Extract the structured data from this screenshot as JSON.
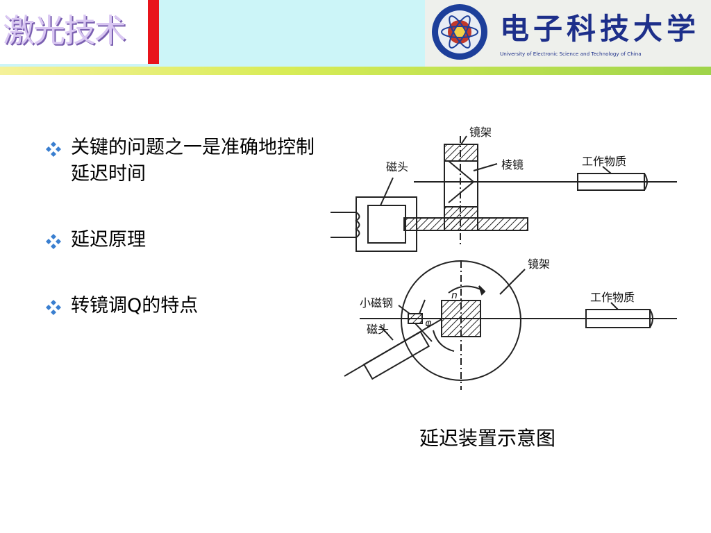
{
  "header": {
    "title": "激光技术",
    "logo_name": "电子科技大学",
    "logo_subtitle": "University of Electronic Science and Technology of China"
  },
  "bullets": [
    {
      "text": "关键的问题之一是准确地控制延迟时间"
    },
    {
      "text": "延迟原理"
    },
    {
      "text": "转镜调Q的特点"
    }
  ],
  "figure": {
    "labels": {
      "mirror_frame_top": "镜架",
      "magnetic_head_top": "磁头",
      "prism": "棱镜",
      "working_medium_top": "工作物质",
      "mirror_frame_bottom": "镜架",
      "small_magnet": "小磁钢",
      "magnetic_head_bottom": "磁头",
      "working_medium_bottom": "工作物质",
      "n_label": "n",
      "phi_label": "φ"
    }
  },
  "caption": "延迟装置示意图",
  "colors": {
    "header_bg": "#ccf5f8",
    "red_bar": "#e8141b",
    "bullet_icon": "#3a7fd0"
  }
}
